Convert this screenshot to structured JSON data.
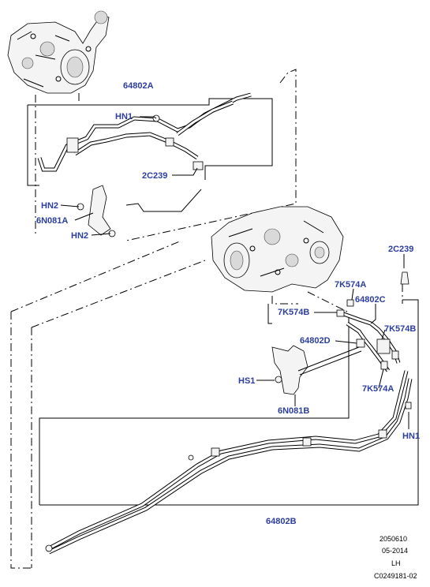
{
  "colors": {
    "callout": "#2c3e9e",
    "line": "#000000",
    "connector": "#cc0000"
  },
  "callouts": {
    "p64802a": "64802A",
    "hn1_top": "HN1",
    "c2c239_top": "2C239",
    "hn2_a": "HN2",
    "n6n081a": "6N081A",
    "hn2_b": "HN2",
    "c2c239_right": "2C239",
    "k7k574a_top": "7K574A",
    "p64802c": "64802C",
    "k7k574b_left": "7K574B",
    "k7k574b_right": "7K574B",
    "p64802d": "64802D",
    "hs1": "HS1",
    "n6n081b": "6N081B",
    "k7k574a_bottom": "7K574A",
    "hn1_right": "HN1",
    "p64802b": "64802B"
  },
  "footer": {
    "code": "2050610",
    "date": "05-2014",
    "side": "LH",
    "ref": "C0249181-02"
  }
}
